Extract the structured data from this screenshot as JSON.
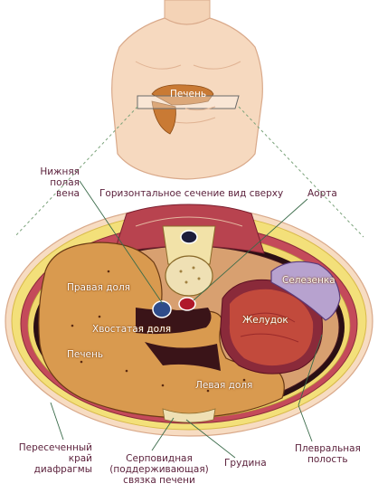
{
  "figure": {
    "torso_label": "Печень",
    "caption": "Горизонтальное сечение вид сверху"
  },
  "labels": {
    "ivc_line1": "Нижняя",
    "ivc_line2": "полая",
    "ivc_line3": "вена",
    "aorta": "Аорта",
    "right_lobe": "Правая доля",
    "spleen": "Селезенка",
    "caudate_lobe": "Хвостатая доля",
    "stomach": "Желудок",
    "liver": "Печень",
    "left_lobe": "Левая доля",
    "diaphragm_line1": "Пересеченный",
    "diaphragm_line2": "край",
    "diaphragm_line3": "диафрагмы",
    "falciform_line1": "Серповидная",
    "falciform_line2": "(поддерживающая)",
    "falciform_line3": "связка печени",
    "sternum": "Грудина",
    "pleural_line1": "Плевральная",
    "pleural_line2": "полость"
  },
  "colors": {
    "label_text": "#5a1f3a",
    "skin": "#f6d9bf",
    "liver": "#d99a4f",
    "muscle": "#c44a5a",
    "fat": "#f3e07a",
    "cavity": "#2a0f14",
    "stomach": "#c24a3c",
    "spleen": "#b7a2cf",
    "leader_line": "#3a6b4a"
  }
}
